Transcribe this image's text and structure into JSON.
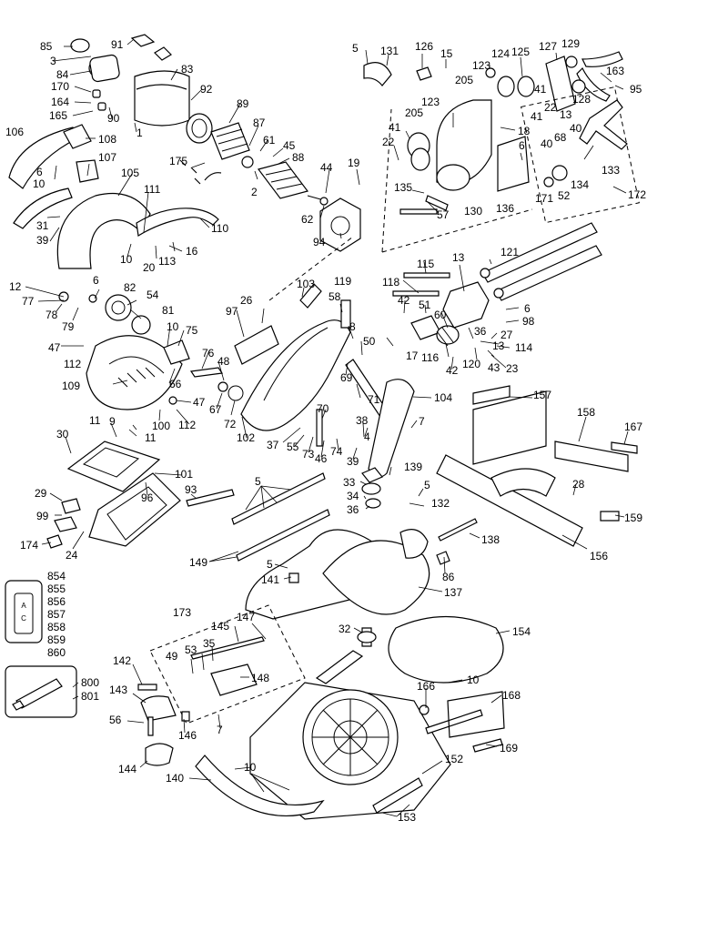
{
  "labels": {
    "l85": "85",
    "l91": "91",
    "l3": "3",
    "l84": "84",
    "l83": "83",
    "l170": "170",
    "l92": "92",
    "l164": "164",
    "l165": "165",
    "l90": "90",
    "l1": "1",
    "l89": "89",
    "l87": "87",
    "l61": "61",
    "l45": "45",
    "l88": "88",
    "l106": "106",
    "l108": "108",
    "l107": "107",
    "l6a": "6",
    "l10a": "10",
    "l175": "175",
    "l2": "2",
    "l44": "44",
    "l19": "19",
    "l105": "105",
    "l111": "111",
    "l62": "62",
    "l31": "31",
    "l39a": "39",
    "l110": "110",
    "l94": "94",
    "l10b": "10",
    "l20": "20",
    "l113": "113",
    "l16": "16",
    "l5a": "5",
    "l131": "131",
    "l126": "126",
    "l15": "15",
    "l123a": "123",
    "l124": "124",
    "l125": "125",
    "l127": "127",
    "l129": "129",
    "l205a": "205",
    "l163": "163",
    "l95": "95",
    "l41a": "41",
    "l22a": "22",
    "l128": "128",
    "l13a": "13",
    "l123b": "123",
    "l205b": "205",
    "l41b": "41",
    "l18": "18",
    "l22b": "22",
    "l6b": "6",
    "l40a": "40",
    "l68": "68",
    "l40b": "40",
    "l133": "133",
    "l171": "171",
    "l52": "52",
    "l134": "134",
    "l135": "135",
    "l57": "57",
    "l130": "130",
    "l136": "136",
    "l172": "172",
    "l12": "12",
    "l6c": "6",
    "l77": "77",
    "l82": "82",
    "l54": "54",
    "l78": "78",
    "l79": "79",
    "l81": "81",
    "l103": "103",
    "l119": "119",
    "l58": "58",
    "l26": "26",
    "l97": "97",
    "l115": "115",
    "l13b": "13",
    "l121": "121",
    "l118": "118",
    "l42a": "42",
    "l51": "51",
    "l60": "60",
    "l6d": "6",
    "l98": "98",
    "l47a": "47",
    "l10c": "10",
    "l75": "75",
    "l8": "8",
    "l112a": "112",
    "l76": "76",
    "l48": "48",
    "l50": "50",
    "l17": "17",
    "l116": "116",
    "l36a": "36",
    "l27": "27",
    "l13c": "13",
    "l114": "114",
    "l42b": "42",
    "l120": "120",
    "l43": "43",
    "l23": "23",
    "l109": "109",
    "l66": "66",
    "l69": "69",
    "l67": "67",
    "l72": "72",
    "l47b": "47",
    "l112b": "112",
    "l71": "71",
    "l104": "104",
    "l157": "157",
    "l11a": "11",
    "l9": "9",
    "l100": "100",
    "l11b": "11",
    "l102": "102",
    "l70": "70",
    "l30": "30",
    "l38": "38",
    "l7a": "7",
    "l158": "158",
    "l167": "167",
    "l37": "37",
    "l55": "55",
    "l73": "73",
    "l46": "46",
    "l74": "74",
    "l4": "4",
    "l39b": "39",
    "l101": "101",
    "l139": "139",
    "l33": "33",
    "l96": "96",
    "l29": "29",
    "l93": "93",
    "l5b": "5",
    "l34": "34",
    "l5c": "5",
    "l28": "28",
    "l36b": "36",
    "l132": "132",
    "l99": "99",
    "l159": "159",
    "l174": "174",
    "l24": "24",
    "l138": "138",
    "l156": "156",
    "l149": "149",
    "l5d": "5",
    "l86": "86",
    "l141": "141",
    "l137": "137",
    "l854": "854",
    "l855": "855",
    "l856": "856",
    "l857": "857",
    "l858": "858",
    "l859": "859",
    "l860": "860",
    "l173": "173",
    "l147": "147",
    "l145": "145",
    "l32": "32",
    "l154": "154",
    "l49": "49",
    "l53": "53",
    "l35": "35",
    "l148": "148",
    "l142": "142",
    "l800": "800",
    "l801": "801",
    "l166": "166",
    "l10d": "10",
    "l143": "143",
    "l168": "168",
    "l7b": "7",
    "l56": "56",
    "l146": "146",
    "l169": "169",
    "l152": "152",
    "l144": "144",
    "l10e": "10",
    "l140": "140",
    "l153": "153"
  }
}
